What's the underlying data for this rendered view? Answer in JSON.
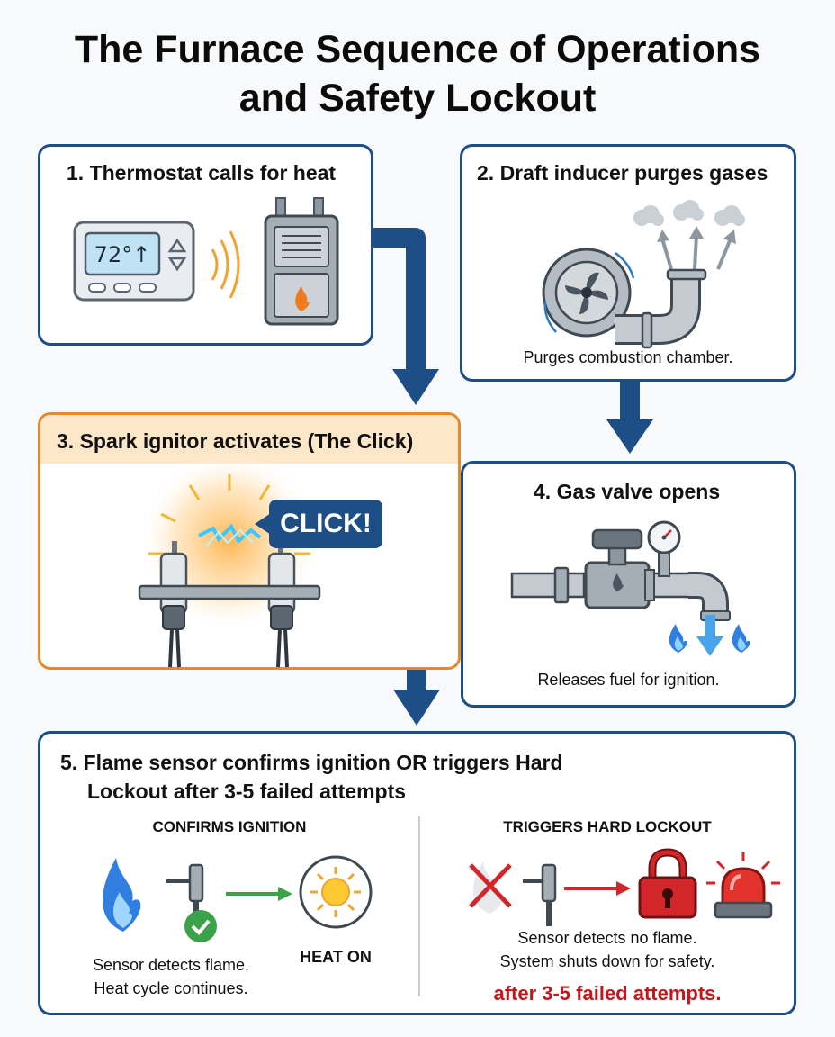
{
  "title_line1": "The Furnace Sequence of Operations",
  "title_line2": "and Safety Lockout",
  "steps": {
    "s1": {
      "heading": "1. Thermostat calls for heat",
      "thermostat_display": "72°↑"
    },
    "s2": {
      "heading": "2. Draft inducer purges gases",
      "caption": "Purges combustion chamber."
    },
    "s3": {
      "heading": "3. Spark ignitor activates (The Click)",
      "callout": "CLICK!"
    },
    "s4": {
      "heading": "4. Gas valve opens",
      "caption": "Releases fuel for ignition."
    },
    "s5": {
      "heading_line1": "5. Flame sensor confirms ignition OR triggers Hard",
      "heading_line2": "Lockout after 3-5 failed attempts",
      "left": {
        "label": "CONFIRMS IGNITION",
        "caption_line1": "Sensor detects flame.",
        "caption_line2": "Heat cycle continues.",
        "result": "HEAT ON"
      },
      "right": {
        "label": "TRIGGERS HARD LOCKOUT",
        "caption_line1": "Sensor detects no flame.",
        "caption_line2": "System shuts down for safety.",
        "warning": "after 3-5 failed attempts."
      }
    }
  },
  "colors": {
    "border": "#1d4f86",
    "accent_orange": "#e48a2a",
    "success_green": "#3aa34a",
    "alert_red": "#d3262b"
  },
  "icons": [
    "thermostat-icon",
    "signal-waves-icon",
    "furnace-icon",
    "inducer-fan-icon",
    "exhaust-pipe-icon",
    "smoke-icon",
    "spark-ignitor-icon",
    "gas-valve-icon",
    "pressure-gauge-icon",
    "flame-icon",
    "flame-sensor-icon",
    "checkmark-icon",
    "sun-icon",
    "no-flame-icon",
    "padlock-icon",
    "alarm-beacon-icon"
  ]
}
